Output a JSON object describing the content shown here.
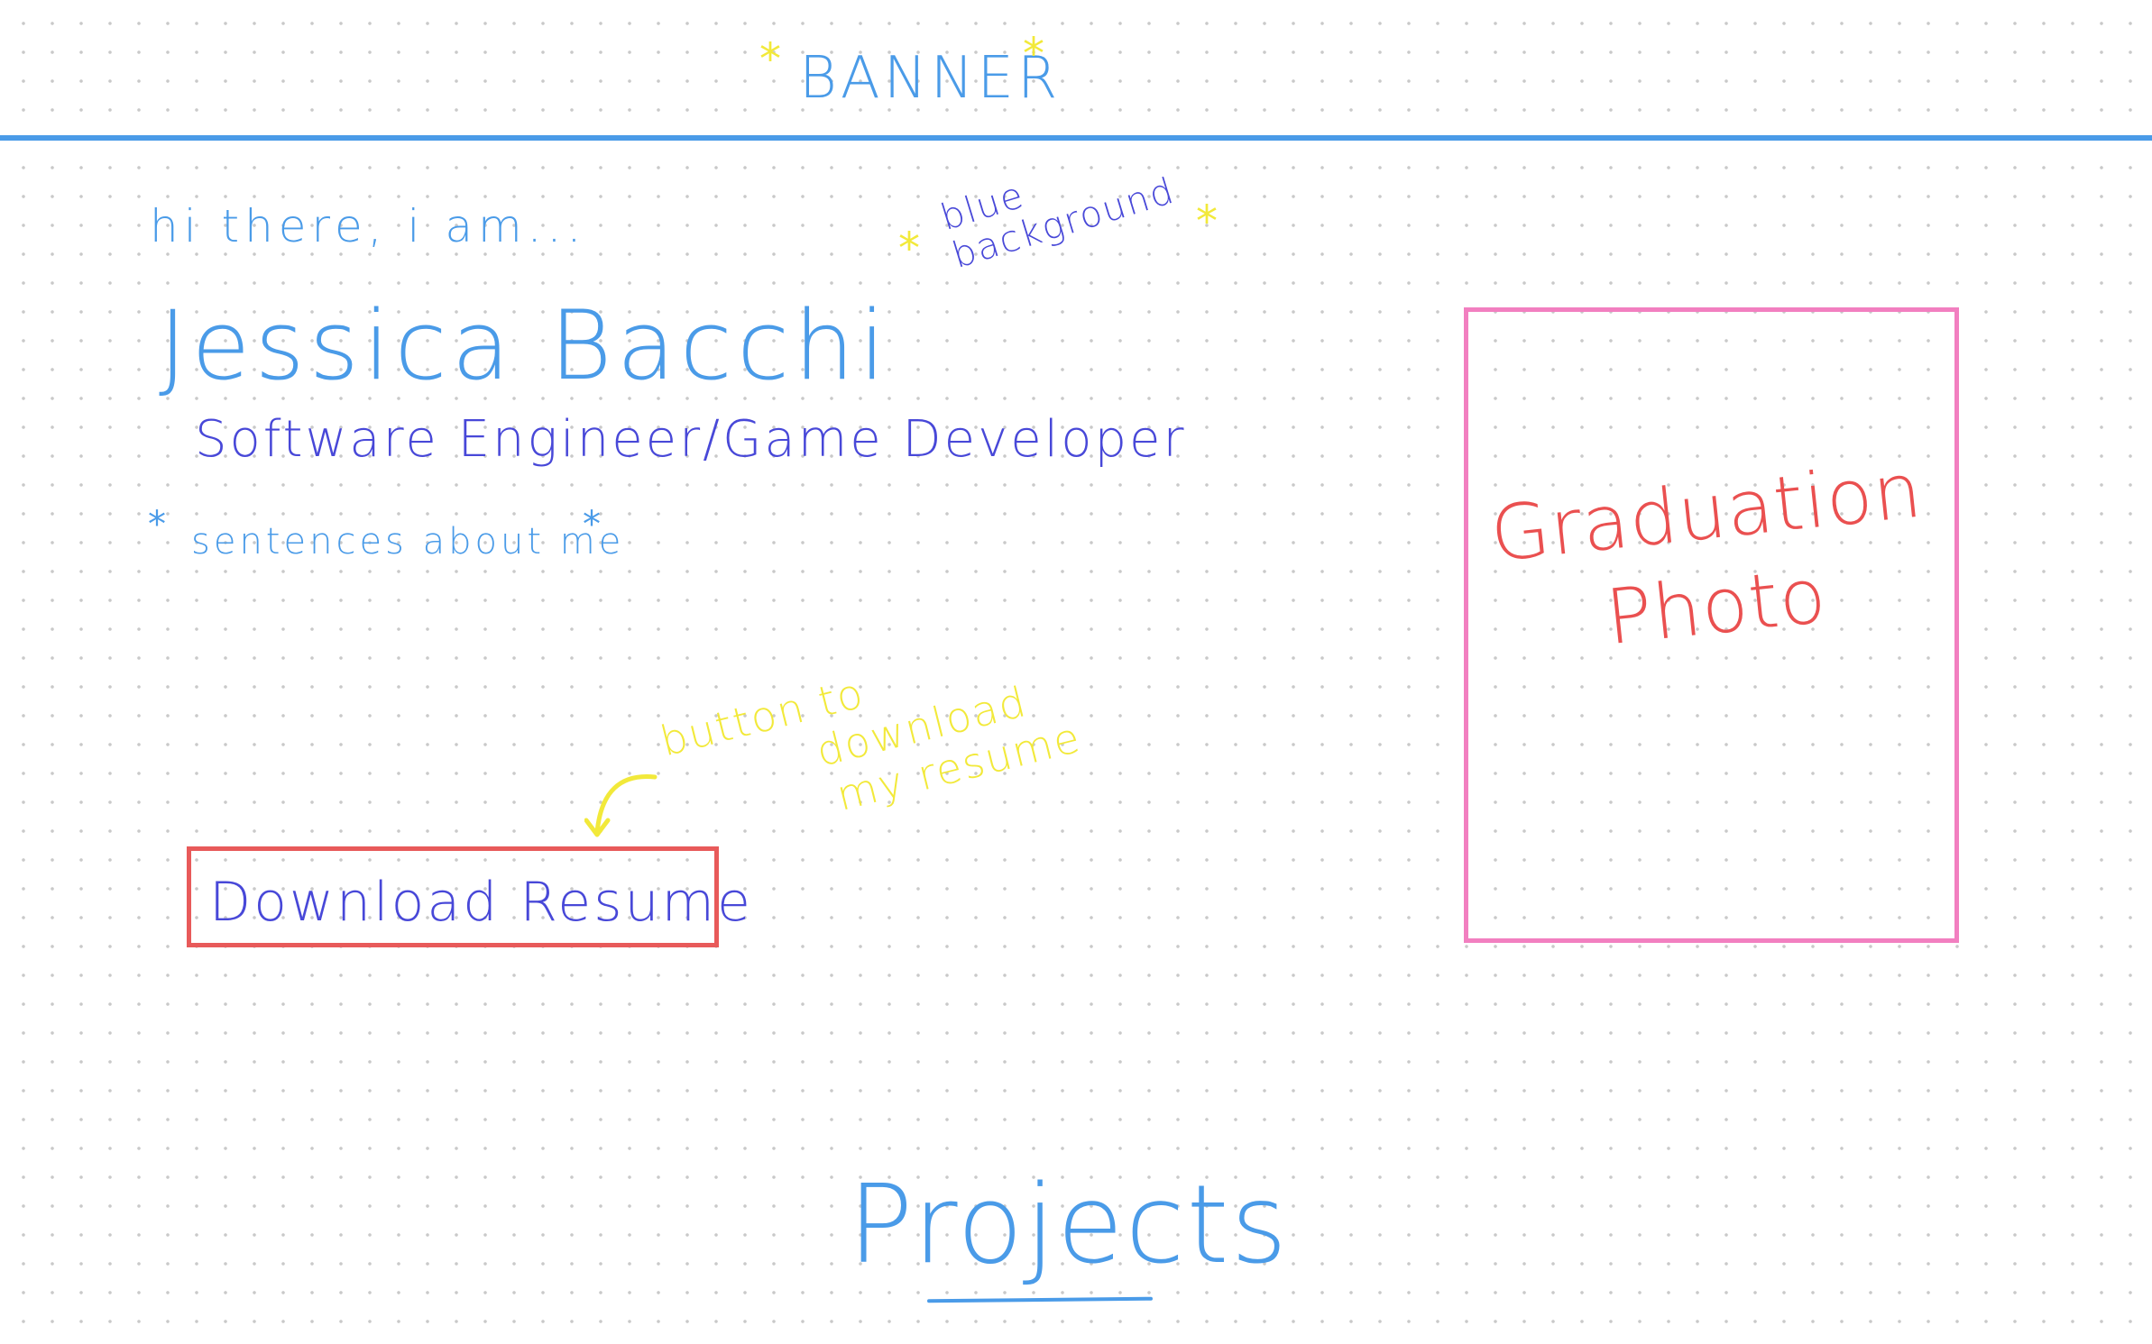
{
  "banner": {
    "title": "BANNER",
    "star_left": "*",
    "star_right": "*"
  },
  "hero": {
    "greeting": "hi there, i am...",
    "name": "Jessica Bacchi",
    "role": "Software Engineer/Game Developer",
    "about": "sentences about me",
    "about_star": "*"
  },
  "notes": {
    "background_line1": "blue",
    "background_line2": "background",
    "button_line1": "button to",
    "button_line2": "download",
    "button_line3": "my resume"
  },
  "resume_button": {
    "label": "Download Resume"
  },
  "photo": {
    "line1": "Graduation",
    "line2": "Photo"
  },
  "projects": {
    "title": "Projects"
  },
  "colors": {
    "blue": "#4a9be8",
    "indigo": "#4848d8",
    "yellow": "#f2e93a",
    "red": "#e85a5a",
    "pink": "#f27fc0"
  }
}
